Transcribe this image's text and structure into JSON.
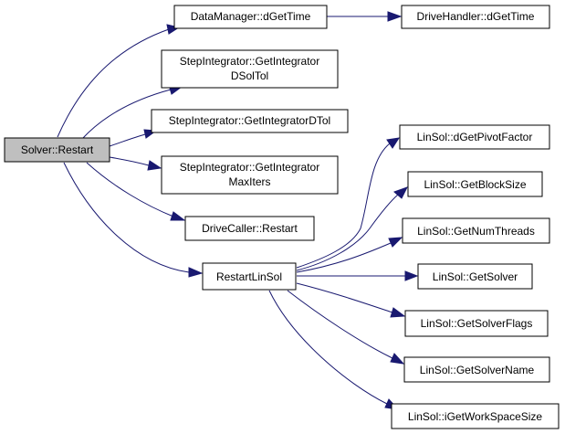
{
  "nodes": {
    "root": "Solver::Restart",
    "datamanager": "DataManager::dGetTime",
    "drivehandler": "DriveHandler::dGetTime",
    "step_dsoltol": [
      "StepIntegrator::GetIntegrator",
      "DSolTol"
    ],
    "step_dtol": "StepIntegrator::GetIntegratorDTol",
    "step_maxiters": [
      "StepIntegrator::GetIntegrator",
      "MaxIters"
    ],
    "drivecaller": "DriveCaller::Restart",
    "restartlinsol": "RestartLinSol",
    "linsol_pivot": "LinSol::dGetPivotFactor",
    "linsol_blocksize": "LinSol::GetBlockSize",
    "linsol_threads": "LinSol::GetNumThreads",
    "linsol_solver": "LinSol::GetSolver",
    "linsol_flags": "LinSol::GetSolverFlags",
    "linsol_name": "LinSol::GetSolverName",
    "linsol_workspace": "LinSol::iGetWorkSpaceSize"
  },
  "colors": {
    "edge": "#191970",
    "root_fill": "#bfbfbf",
    "node_fill": "#ffffff",
    "border": "#000000"
  }
}
